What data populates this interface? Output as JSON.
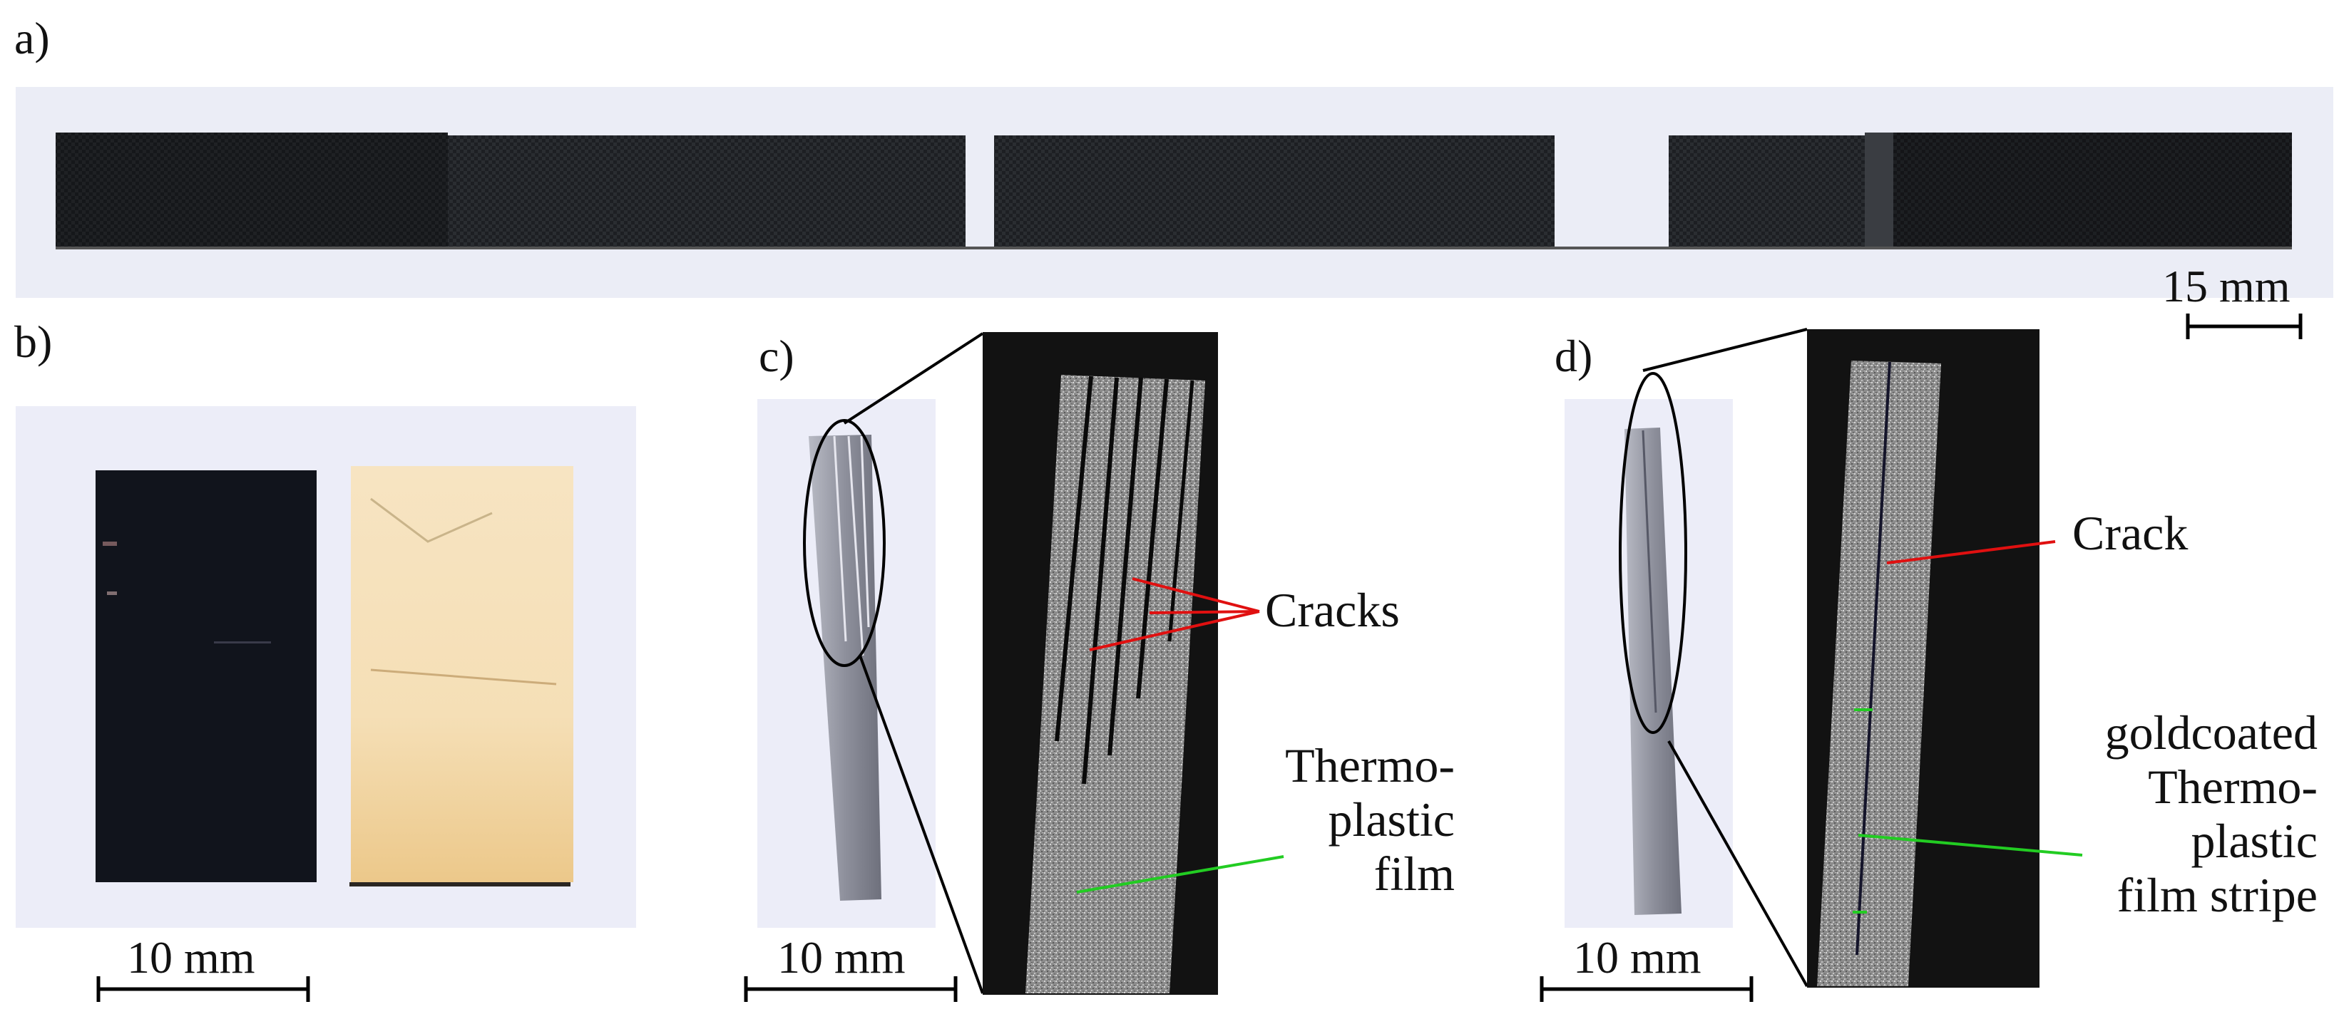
{
  "panels": {
    "a": {
      "label": "a)",
      "scale_text": "15 mm"
    },
    "b": {
      "label": "b)",
      "scale_text": "10 mm"
    },
    "c": {
      "label": "c)",
      "scale_text": "10 mm",
      "annotation_cracks": "Cracks",
      "annotation_film_lines": [
        "Thermo-",
        "plastic",
        "film"
      ]
    },
    "d": {
      "label": "d)",
      "scale_text": "10 mm",
      "annotation_crack": "Crack",
      "annotation_film_lines": [
        "goldcoated",
        "Thermo-",
        "plastic",
        "film stripe"
      ]
    }
  },
  "colors": {
    "crack_line": "#e01010",
    "film_line": "#22cc22",
    "specimen_dark": "#1a1c1f",
    "background_photo": "#eceef6",
    "gold_sample": "#f3d9a6",
    "micrograph_bg": "#121212"
  }
}
